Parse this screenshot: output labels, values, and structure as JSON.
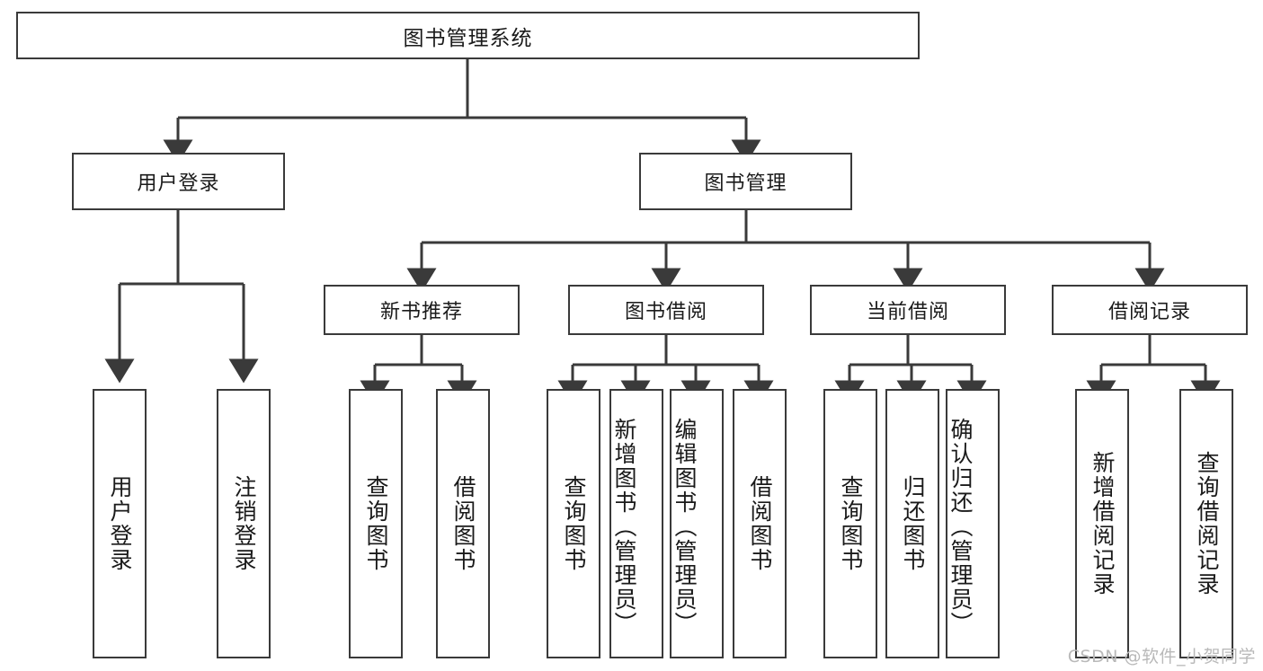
{
  "diagram": {
    "title": "图书管理系统",
    "type": "tree-hierarchy-chart",
    "watermark": "CSDN @软件_小贺同学",
    "colors": {
      "box_border": "#3a3a3a",
      "box_fill": "#ffffff",
      "connector": "#3a3a3a",
      "text": "#1a1a1a",
      "watermark": "#b9b9b9",
      "background": "#ffffff"
    },
    "root": {
      "label": "图书管理系统"
    },
    "level2": [
      {
        "id": "user-login",
        "label": "用户登录"
      },
      {
        "id": "book-management",
        "label": "图书管理"
      }
    ],
    "level3": [
      {
        "id": "new-book-recommend",
        "label": "新书推荐"
      },
      {
        "id": "book-borrow",
        "label": "图书借阅"
      },
      {
        "id": "current-borrow",
        "label": "当前借阅"
      },
      {
        "id": "borrow-record",
        "label": "借阅记录"
      }
    ],
    "leaves": [
      {
        "id": "leaf-user-login",
        "label": "用户登录",
        "parent": "user-login"
      },
      {
        "id": "leaf-user-logout",
        "label": "注销登录",
        "parent": "user-login"
      },
      {
        "id": "leaf-query-book-1",
        "label": "查询图书",
        "parent": "new-book-recommend"
      },
      {
        "id": "leaf-borrow-book-1",
        "label": "借阅图书",
        "parent": "new-book-recommend"
      },
      {
        "id": "leaf-query-book-2",
        "label": "查询图书",
        "parent": "book-borrow"
      },
      {
        "id": "leaf-add-book",
        "label": "新增图书（管理员）",
        "parent": "book-borrow"
      },
      {
        "id": "leaf-edit-book",
        "label": "编辑图书（管理员）",
        "parent": "book-borrow"
      },
      {
        "id": "leaf-borrow-book-2",
        "label": "借阅图书",
        "parent": "book-borrow"
      },
      {
        "id": "leaf-query-book-3",
        "label": "查询图书",
        "parent": "current-borrow"
      },
      {
        "id": "leaf-return-book",
        "label": "归还图书",
        "parent": "current-borrow"
      },
      {
        "id": "leaf-confirm-return",
        "label": "确认归还（管理员）",
        "parent": "current-borrow"
      },
      {
        "id": "leaf-add-record",
        "label": "新增借阅记录",
        "parent": "borrow-record"
      },
      {
        "id": "leaf-query-record",
        "label": "查询借阅记录",
        "parent": "borrow-record"
      }
    ]
  }
}
